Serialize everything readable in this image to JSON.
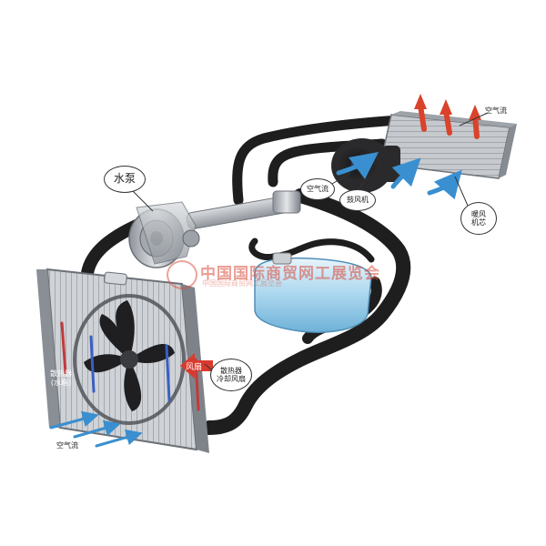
{
  "labels": {
    "water_pump": "水泵",
    "airflow_top": "空气流",
    "airflow_mid": "空气流",
    "blower": "鼓风机",
    "heater_core": "暖风\n机芯",
    "fan_arrow": "风扇",
    "radiator_fan": "散热器\n冷却风扇",
    "radiator": "散热器\n(水箱)",
    "airflow_bottom": "空气流"
  },
  "watermark": {
    "text": "中国国际商贸网工展览会",
    "subtext": "中国国际商贸网工展览会"
  },
  "colors": {
    "hot_arrow": "#d9432b",
    "cool_arrow": "#3a8fd0",
    "fan_arrow": "#d93a2e",
    "hose": "#1e1e1e",
    "radiator_metal": "#b8bcc2",
    "coolant_tank": "#9fd0ea"
  }
}
